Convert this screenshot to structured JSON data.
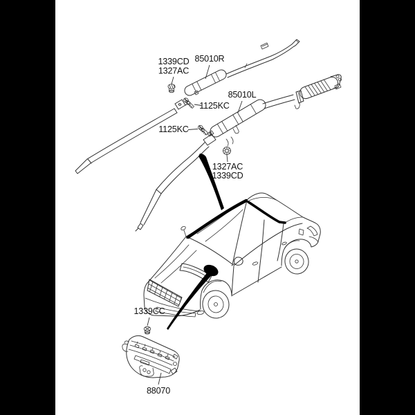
{
  "canvas": {
    "pillarbox_color": "#000000",
    "paper_color": "#ffffff",
    "ink_color": "#303030",
    "text_color": "#111111",
    "highlight_color": "#000000"
  },
  "labels": {
    "fastener_top": {
      "line1": "1339CD",
      "line2": "1327AC"
    },
    "curtain_right": "85010R",
    "curtain_left": "85010L",
    "bolt_right": "1125KC",
    "bolt_left": "1125KC",
    "fastener_mid": {
      "line1": "1327AC",
      "line2": "1339CD"
    },
    "fastener_bottom": "1339CC",
    "airbag_module": "88070"
  }
}
